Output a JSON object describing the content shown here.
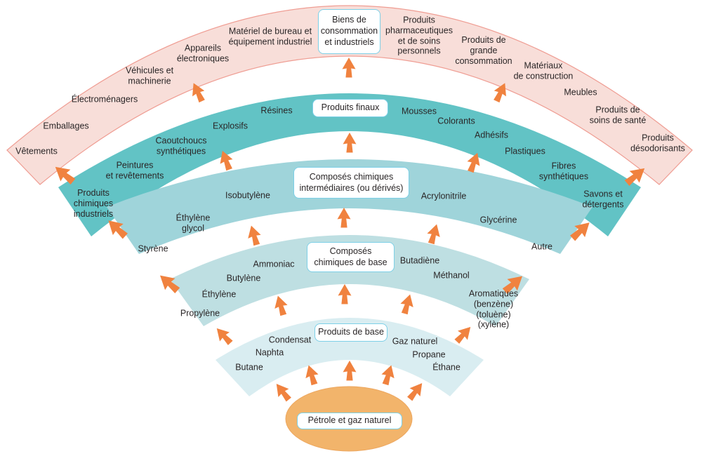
{
  "diagram": {
    "source_label": "Pétrole et gaz naturel",
    "bands": [
      {
        "title": "Produits de base",
        "items": [
          "Butane",
          "Naphta",
          "Condensat",
          "Gaz naturel",
          "Propane",
          "Éthane"
        ]
      },
      {
        "title": "Composés\nchimiques de base",
        "items": [
          "Propylène",
          "Éthylène",
          "Butylène",
          "Ammoniac",
          "Butadiène",
          "Méthanol",
          "Aromatiques\n(benzène)\n(toluène)\n(xylène)"
        ]
      },
      {
        "title": "Composés chimiques\nintermédiaires (ou dérivés)",
        "items": [
          "Styrène",
          "Éthylène\nglycol",
          "Isobutylène",
          "Acrylonitrile",
          "Glycérine",
          "Autre"
        ]
      },
      {
        "title": "Produits finaux",
        "items": [
          "Produits\nchimiques\nindustriels",
          "Peintures\net revêtements",
          "Caoutchoucs\nsynthétiques",
          "Explosifs",
          "Résines",
          "Mousses",
          "Colorants",
          "Adhésifs",
          "Plastiques",
          "Fibres\nsynthétiques",
          "Savons et\ndétergents"
        ]
      },
      {
        "title": "Biens de\nconsommation\net industriels",
        "items": [
          "Vêtements",
          "Emballages",
          "Électroménagers",
          "Véhicules et\nmachinerie",
          "Appareils\nélectroniques",
          "Matériel de bureau et\néquipement industriel",
          "Produits\npharmaceutiques\net de soins\npersonnels",
          "Produits de\ngrande\nconsommation",
          "Matériaux\nde construction",
          "Meubles",
          "Produits de\nsoins de santé",
          "Produits\ndésodorisants"
        ]
      }
    ]
  },
  "colors": {
    "band_base_products": "#d9edf1",
    "band_basic_chemicals": "#bedfe2",
    "band_intermediates": "#9fd4da",
    "band_final_products": "#62c3c5",
    "band_consumer_goods": "#f8ded9",
    "band_consumer_goods_border": "#ef9d93",
    "ellipse_fill": "#f2b46b",
    "ellipse_border": "#eda75f",
    "arrow": "#f0823f",
    "box_border": "#7dd0e7",
    "box_fill": "#ffffff",
    "text": "#2a2627"
  }
}
